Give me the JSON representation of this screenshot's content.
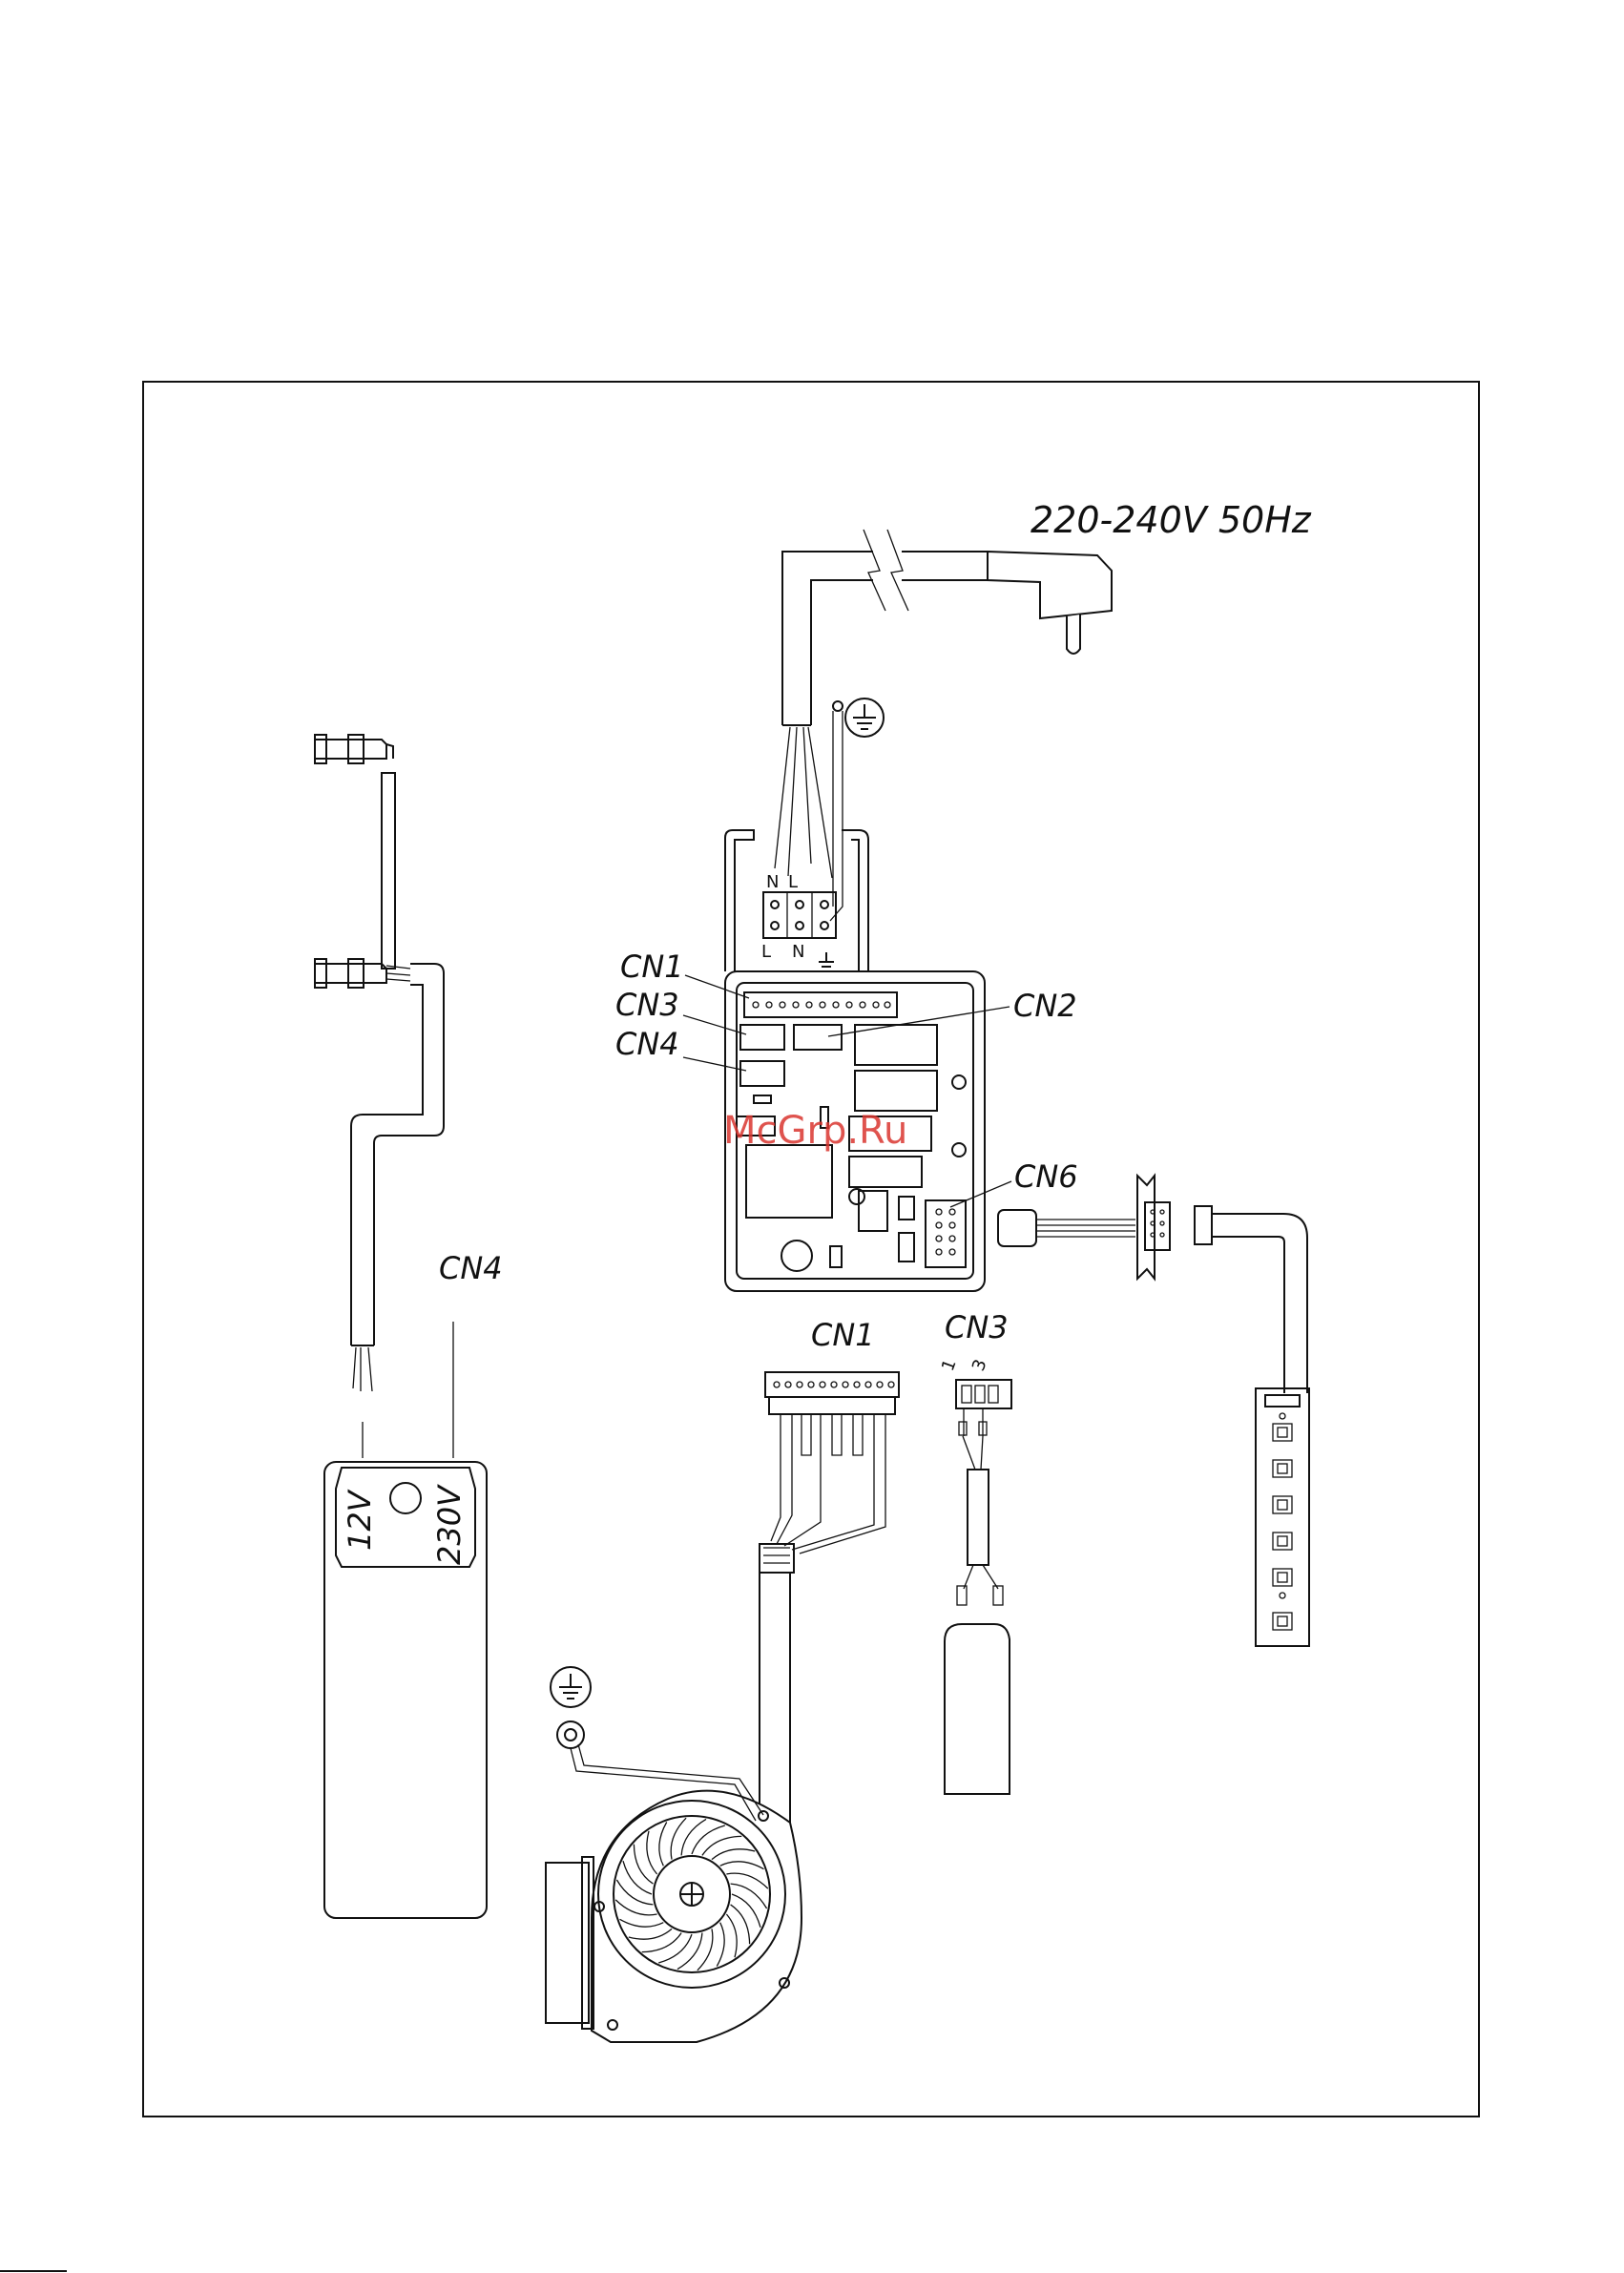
{
  "labels": {
    "voltage": "220-240V 50Hz",
    "cn1_board": "CN1",
    "cn3_board": "CN3",
    "cn4_board": "CN4",
    "cn2_board": "CN2",
    "cn6_board": "CN6",
    "cn4_cable": "CN4",
    "cn1_cable": "CN1",
    "cn3_cable": "CN3",
    "pin_1": "1",
    "pin_3": "3",
    "terminal_n_top": "N",
    "terminal_l_top": "L",
    "terminal_l_bottom": "L",
    "terminal_n_bottom": "N",
    "transformer_12v": "12V",
    "transformer_230v": "230V"
  },
  "watermark": "McGrp.Ru",
  "colors": {
    "line": "#111111",
    "background": "#ffffff",
    "watermark": "#d9352f"
  },
  "icons": [
    "ground-symbol-icon",
    "plug-icon",
    "fan-icon",
    "led-strip-icon"
  ]
}
